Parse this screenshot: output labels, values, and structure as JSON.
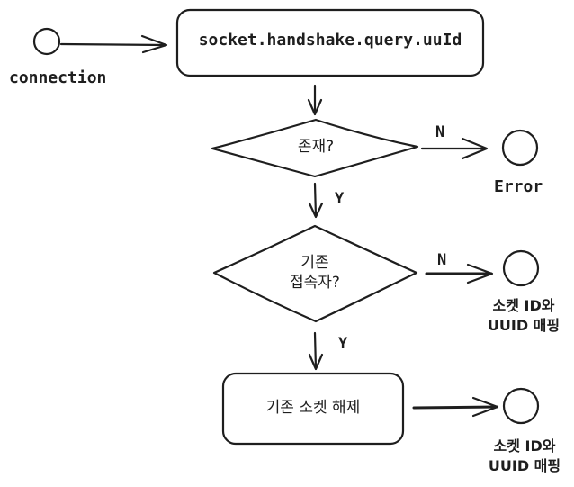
{
  "nodes": {
    "start_label": "connection",
    "handshake": "socket.handshake.query.uuId",
    "exists_decision": "존재?",
    "error_label": "Error",
    "existing_decision": "기존\n접속자?",
    "mapping_label_1": "소켓 ID와\nUUID 매핑",
    "release_process": "기존 소켓 해제",
    "mapping_label_2": "소켓 ID와\nUUID 매핑"
  },
  "edges": {
    "exists_no": "N",
    "exists_yes": "Y",
    "existing_no": "N",
    "existing_yes": "Y"
  }
}
